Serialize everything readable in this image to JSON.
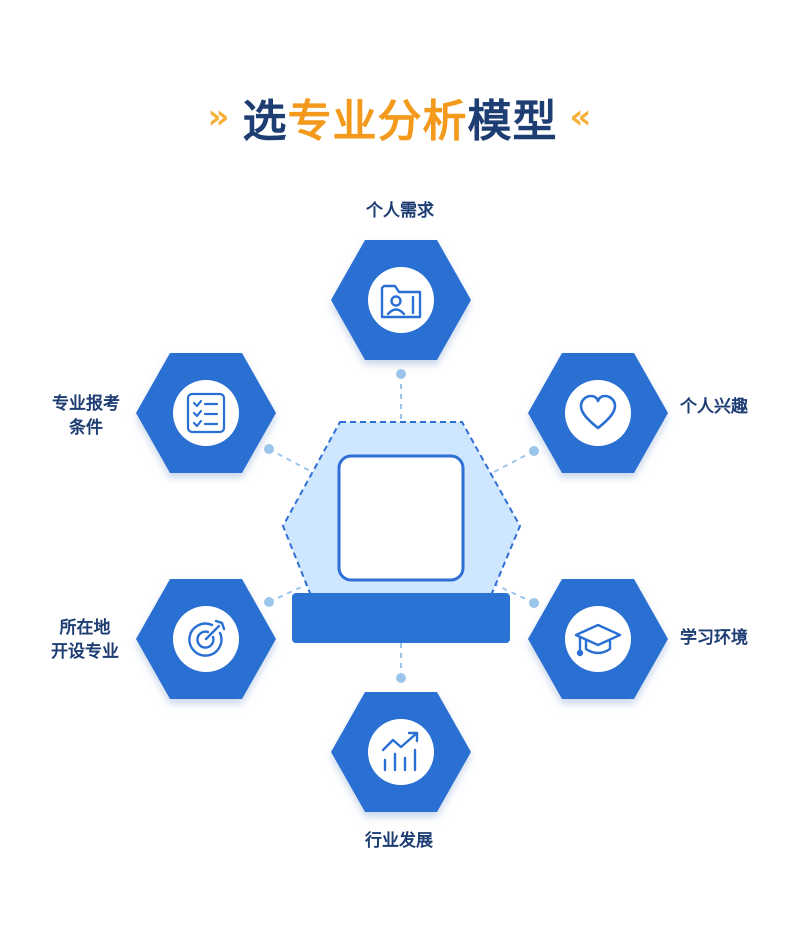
{
  "title": {
    "left_chevron": "»",
    "part1": "选",
    "part2": "专业分析",
    "part3": "模型",
    "right_chevron": "«"
  },
  "colors": {
    "hex_fill": "#2a6fd3",
    "hex_shadow": "#b9cde8",
    "center_fill": "#cfe6ff",
    "center_stroke": "#2f6fd6",
    "dot": "#9cc5ec",
    "label": "#1d3d73",
    "accent": "#f39a1c",
    "dark": "#1d3d73"
  },
  "nodes": [
    {
      "id": "top",
      "label": "个人需求",
      "icon": "person-folder-icon"
    },
    {
      "id": "upper-right",
      "label": "个人兴趣",
      "icon": "heart-icon"
    },
    {
      "id": "lower-right",
      "label": "学习环境",
      "icon": "graduation-cap-icon"
    },
    {
      "id": "bottom",
      "label": "行业发展",
      "icon": "growth-chart-icon"
    },
    {
      "id": "lower-left",
      "label_lines": [
        "所在地",
        "开设专业"
      ],
      "icon": "target-icon"
    },
    {
      "id": "upper-left",
      "label_lines": [
        "专业报考",
        "条件"
      ],
      "icon": "checklist-icon"
    }
  ]
}
